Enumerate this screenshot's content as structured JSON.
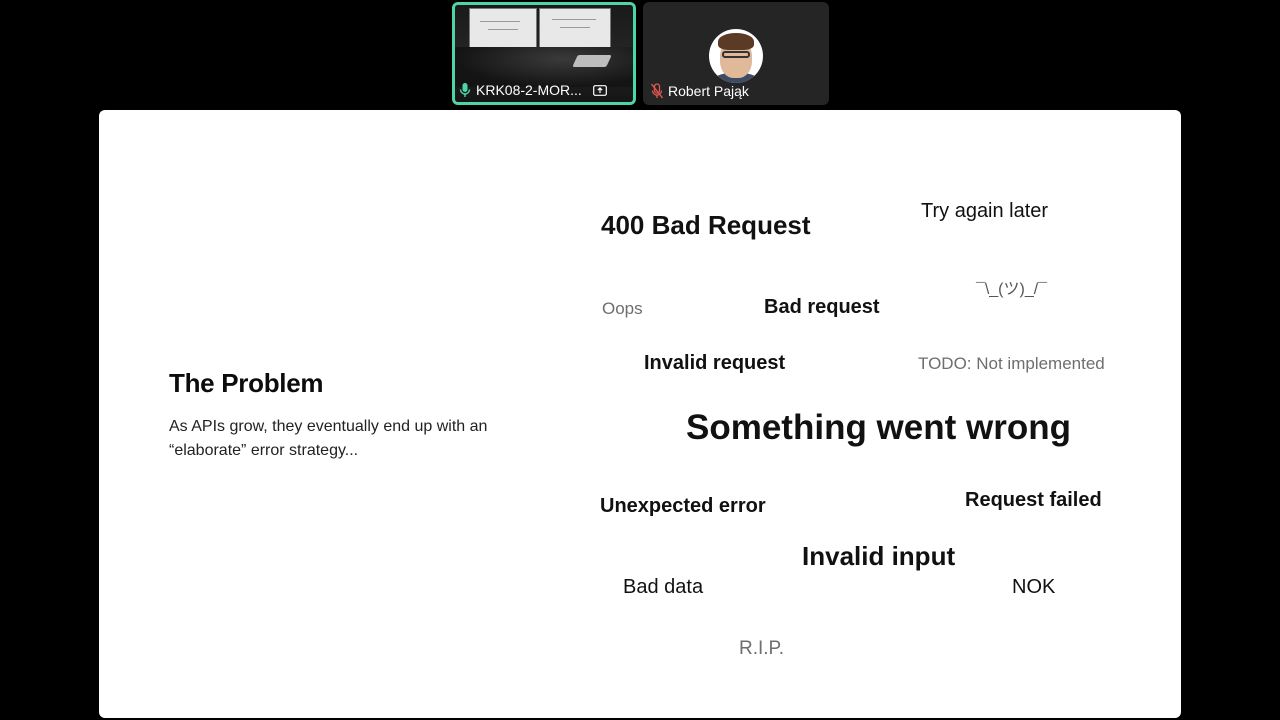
{
  "participants": [
    {
      "name": "KRK08-2-MOR...",
      "mic": "on",
      "sharing": true
    },
    {
      "name": "Robert Pająk",
      "mic": "muted"
    }
  ],
  "slide": {
    "title": "The Problem",
    "body_line1": "As APIs grow, they eventually end up with an",
    "body_line2": "“elaborate” error strategy...",
    "messages": {
      "bad_request_400": "400 Bad Request",
      "try_again_later": "Try again later",
      "shrug": "¯\\_(ツ)_/¯",
      "oops": "Oops",
      "bad_request": "Bad request",
      "invalid_request": "Invalid request",
      "todo": "TODO: Not implemented",
      "something_went_wrong": "Something went wrong",
      "unexpected_error": "Unexpected error",
      "request_failed": "Request failed",
      "invalid_input": "Invalid input",
      "bad_data": "Bad data",
      "nok": "NOK",
      "rip": "R.I.P."
    }
  },
  "colors": {
    "active_speaker_border": "#4fd4a8",
    "mic_on": "#4fd4a8",
    "mic_muted": "#e0574f"
  }
}
